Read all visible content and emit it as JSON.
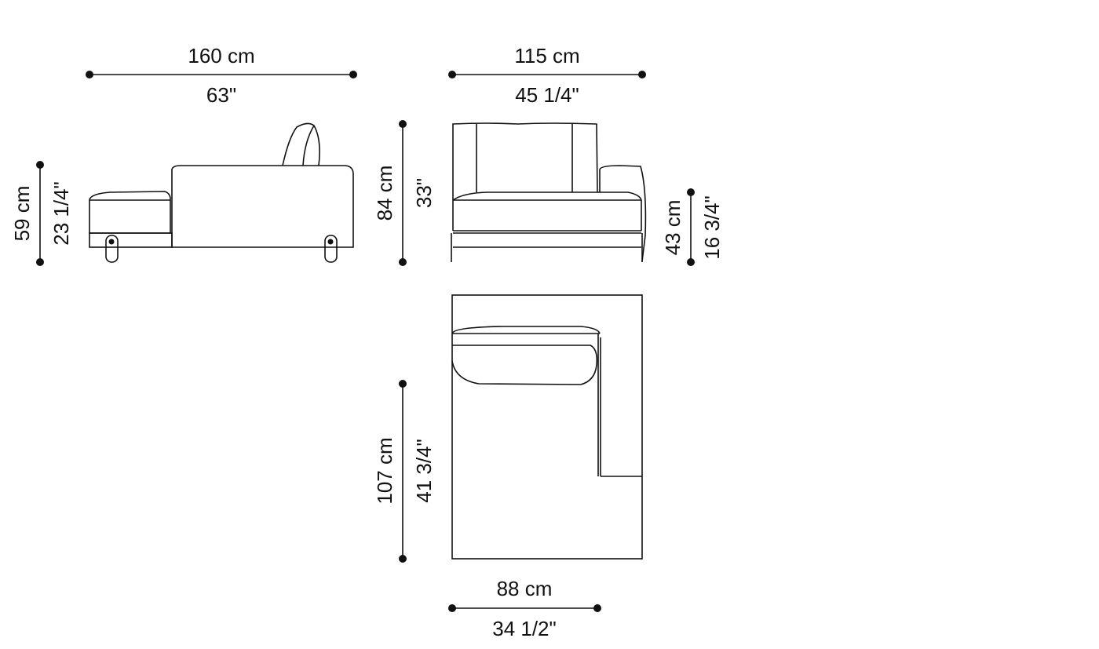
{
  "drawings": {
    "side_view": {
      "width": {
        "metric": "160 cm",
        "imperial": "63\""
      },
      "height": {
        "metric": "59 cm",
        "imperial": "23 1/4\""
      }
    },
    "front_view": {
      "width": {
        "metric": "115 cm",
        "imperial": "45 1/4\""
      },
      "height": {
        "metric": "84 cm",
        "imperial": "33\""
      },
      "seat_height": {
        "metric": "43 cm",
        "imperial": "16 3/4\""
      }
    },
    "plan_view": {
      "depth": {
        "metric": "107 cm",
        "imperial": "41 3/4\""
      },
      "seat_width": {
        "metric": "88 cm",
        "imperial": "34 1/2\""
      }
    }
  },
  "colors": {
    "line": "#111111",
    "background": "#ffffff"
  }
}
